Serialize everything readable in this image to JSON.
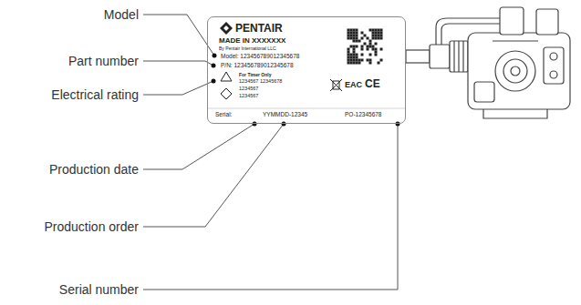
{
  "diagram": {
    "nodes": [
      {
        "text": [
          "PENTAIR",
          "MADE IN XXXXXXX",
          "By Pentair International LLC",
          "Model: 123456789012345678",
          "P/N: 123456789012345678",
          "For Timer Only",
          "1234567 12345678",
          "1234567",
          "1234567",
          "Serial:",
          "YYMMDD-12345",
          "PO-12345678",
          "EAC",
          "CE"
        ]
      }
    ],
    "labels": [
      "Model",
      "Part number",
      "Electrical rating",
      "Production date",
      "Production order",
      "Serial number"
    ]
  }
}
